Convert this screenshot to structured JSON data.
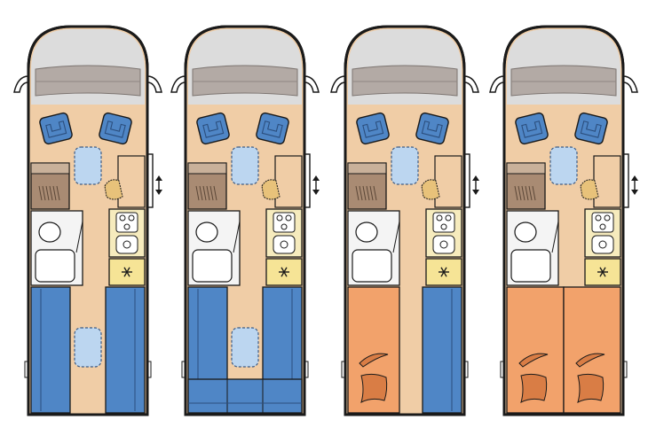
{
  "colors": {
    "outline": "#1a1a1a",
    "floor": "#f0cda6",
    "cab": "#dcdcdc",
    "dash": "#b3aaa5",
    "seat_blue": "#4f86c6",
    "skylight": "#bcd6f0",
    "wardrobe": "#a98b73",
    "wardrobe_light": "#c9b19a",
    "wash": "#f4f4f4",
    "kitchen": "#f6ebbd",
    "fridge": "#f6e496",
    "bed_orange": "#f2a26b",
    "pillow": "#d97d45",
    "step": "#e8c27a"
  },
  "icons": [
    "seat-icon",
    "skylight-icon",
    "sink-icon",
    "stove-icon",
    "fridge-icon",
    "step-arrow-icon",
    "mirror-icon",
    "pillow-icon"
  ],
  "layouts": [
    {
      "name": "layout-1",
      "rear": "lengthwise-seats-blue"
    },
    {
      "name": "layout-2",
      "rear": "u-shaped-lounge-blue"
    },
    {
      "name": "layout-3",
      "rear": "single-bed-orange-plus-bench"
    },
    {
      "name": "layout-4",
      "rear": "twin-single-beds-orange"
    }
  ]
}
